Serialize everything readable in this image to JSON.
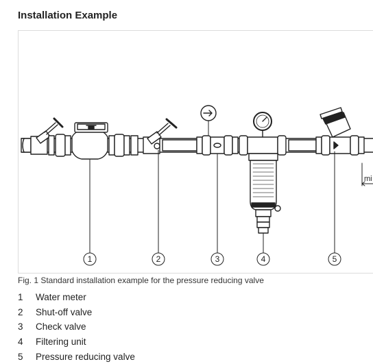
{
  "heading": "Installation Example",
  "caption": "Fig. 1 Standard installation example for the pressure reducing valve",
  "diagram": {
    "markers": [
      "1",
      "2",
      "3",
      "4",
      "5"
    ],
    "cut_label": "mi"
  },
  "legend": [
    {
      "number": "1",
      "label": "Water meter"
    },
    {
      "number": "2",
      "label": "Shut-off valve"
    },
    {
      "number": "3",
      "label": "Check valve"
    },
    {
      "number": "4",
      "label": "Filtering unit"
    },
    {
      "number": "5",
      "label": "Pressure reducing valve"
    }
  ]
}
